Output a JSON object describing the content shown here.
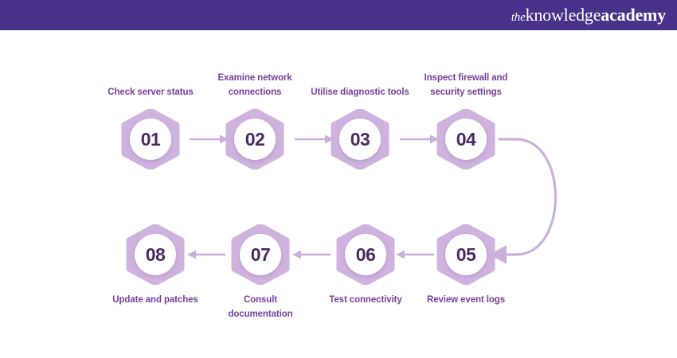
{
  "header": {
    "logo_the": "the",
    "logo_knowledge": "knowledge",
    "logo_academy": "academy",
    "background_color": "#473189"
  },
  "theme": {
    "hex_fill": "#cfb3de",
    "hex_fill_dark": "#c6a6d8",
    "connector_color": "#cbafdb",
    "label_color": "#77409a",
    "number_color": "#4a2a63",
    "page_background": "#ffffff"
  },
  "diagram": {
    "type": "process-flow",
    "direction": "serpentine",
    "rows": 2,
    "steps_per_row": 4,
    "steps": [
      {
        "number": "01",
        "label": "Check server status",
        "row": "top",
        "order": 1
      },
      {
        "number": "02",
        "label": "Examine network connections",
        "row": "top",
        "order": 2
      },
      {
        "number": "03",
        "label": "Utilise diagnostic tools",
        "row": "top",
        "order": 3
      },
      {
        "number": "04",
        "label": "Inspect firewall and security settings",
        "row": "top",
        "order": 4
      },
      {
        "number": "05",
        "label": "Review event logs",
        "row": "bottom",
        "order": 5
      },
      {
        "number": "06",
        "label": "Test connectivity",
        "row": "bottom",
        "order": 6
      },
      {
        "number": "07",
        "label": "Consult documentation",
        "row": "bottom",
        "order": 7
      },
      {
        "number": "08",
        "label": "Update and patches",
        "row": "bottom",
        "order": 8
      }
    ]
  }
}
